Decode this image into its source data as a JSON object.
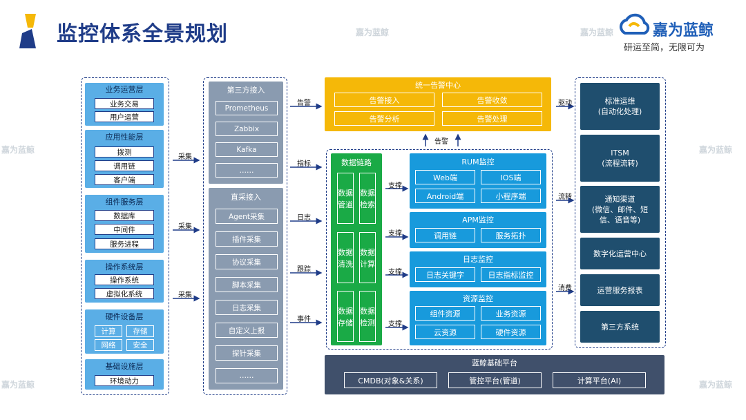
{
  "header": {
    "title": "监控体系全景规划",
    "brand": "嘉为蓝鲸",
    "slogan": "研运至简，无限可为",
    "watermark": "嘉为蓝鲸"
  },
  "left_layers": [
    {
      "title": "业务运营层",
      "items": [
        "业务交易",
        "用户运营"
      ]
    },
    {
      "title": "应用性能层",
      "items": [
        "拨测",
        "调用链",
        "客户端"
      ]
    },
    {
      "title": "组件服务层",
      "items": [
        "数据库",
        "中间件",
        "服务进程"
      ]
    },
    {
      "title": "操作系统层",
      "items": [
        "操作系统",
        "虚拟化系统"
      ]
    },
    {
      "title": "硬件设备层",
      "items": [
        "计算",
        "存储",
        "网络",
        "安全"
      ]
    },
    {
      "title": "基础设施层",
      "items": [
        "环境动力"
      ]
    }
  ],
  "collect_labels": [
    "采集",
    "采集",
    "采集"
  ],
  "third_party": {
    "title": "第三方接入",
    "items": [
      "Prometheus",
      "Zabbix",
      "Kafka",
      "……"
    ]
  },
  "direct": {
    "title": "直采接入",
    "items": [
      "Agent采集",
      "插件采集",
      "协议采集",
      "脚本采集",
      "日志采集",
      "自定义上报",
      "探针采集",
      "……"
    ]
  },
  "mid_labels": [
    "告警",
    "指标",
    "日志",
    "跟踪",
    "事件"
  ],
  "alert_center": {
    "title": "统一告警中心",
    "items": [
      "告警接入",
      "告警收敛",
      "告警分析",
      "告警处理"
    ]
  },
  "alert_up_label": "告警",
  "data_link": {
    "title": "数据链路",
    "items": [
      "数据管道",
      "数据检索",
      "数据清洗",
      "数据计算",
      "数据存储",
      "数据检测"
    ]
  },
  "support_label": "支撑",
  "monitors": [
    {
      "title": "RUM监控",
      "items": [
        "Web端",
        "IOS端",
        "Android端",
        "小程序端"
      ]
    },
    {
      "title": "APM监控",
      "items": [
        "调用链",
        "服务拓扑"
      ]
    },
    {
      "title": "日志监控",
      "items": [
        "日志关键字",
        "日志指标监控"
      ]
    },
    {
      "title": "资源监控",
      "items": [
        "组件资源",
        "业务资源",
        "云资源",
        "硬件资源"
      ]
    }
  ],
  "right_labels": [
    "驱动",
    "流转",
    "消费"
  ],
  "right_column": [
    "标准运维\n(自动化处理)",
    "ITSM\n(流程流转)",
    "通知渠道\n(微信、邮件、短\n信、语音等)",
    "数字化运营中心",
    "运营服务报表",
    "第三方系统"
  ],
  "platform": {
    "title": "蓝鲸基础平台",
    "items": [
      "CMDB(对象&关系)",
      "管控平台(管道)",
      "计算平台(AI)"
    ]
  },
  "colors": {
    "title": "#1f3c88",
    "light_blue": "#5aaee6",
    "grey": "#8a9bb0",
    "yellow": "#f5b808",
    "green": "#1aaa46",
    "blue": "#189adc",
    "navy": "#1f4e6e",
    "slate": "#40506b"
  }
}
